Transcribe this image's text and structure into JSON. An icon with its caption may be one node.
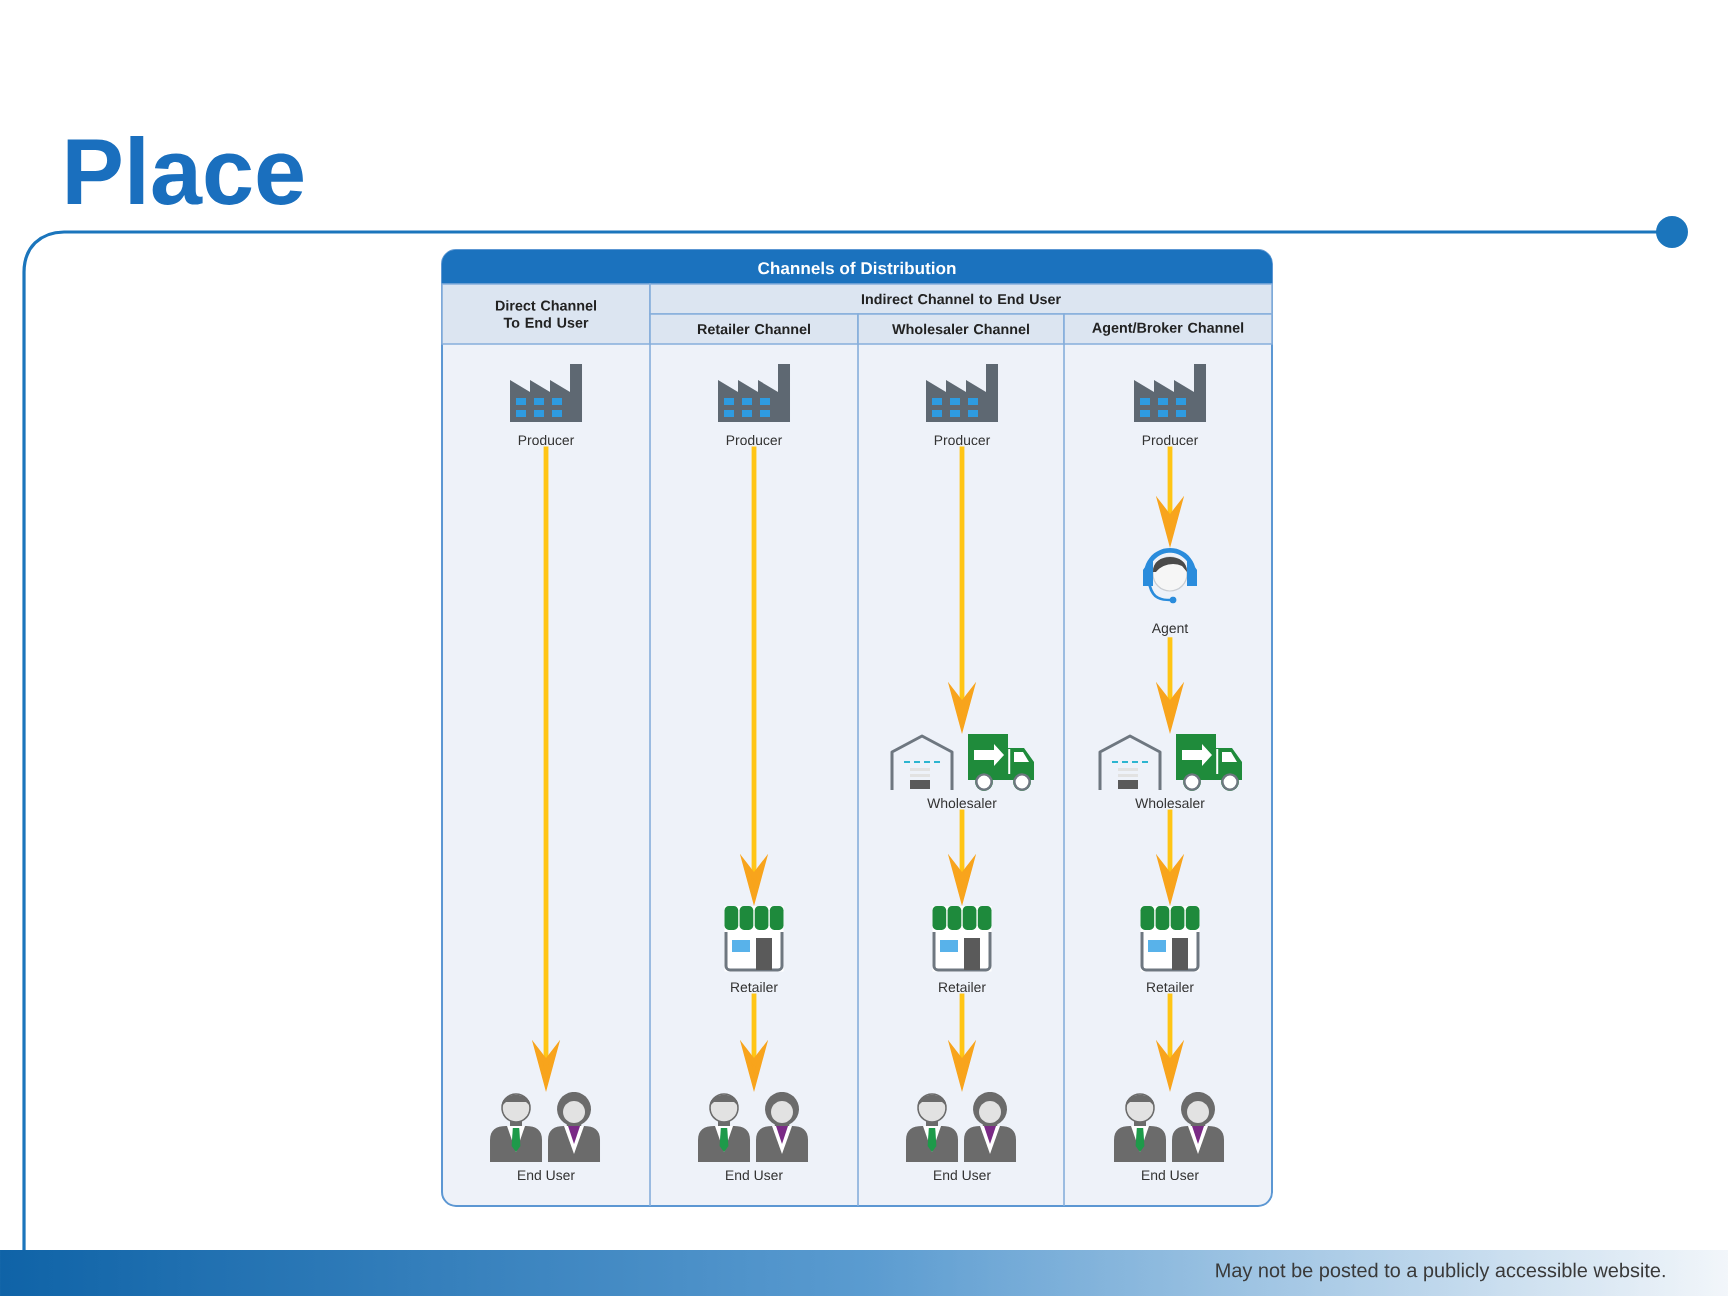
{
  "diagram": {
    "title": "Place",
    "nodes": [
      {
        "text": [
          "Producer"
        ]
      },
      {
        "text": [
          "Producer"
        ]
      },
      {
        "text": [
          "Producer"
        ]
      },
      {
        "text": [
          "Producer"
        ]
      },
      {
        "text": [
          "Agent"
        ]
      },
      {
        "text": [
          "Wholesaler"
        ]
      },
      {
        "text": [
          "Wholesaler"
        ]
      },
      {
        "text": [
          "Retailer"
        ]
      },
      {
        "text": [
          "Retailer"
        ]
      },
      {
        "text": [
          "Retailer"
        ]
      },
      {
        "text": [
          "End User"
        ]
      },
      {
        "text": [
          "End User"
        ]
      },
      {
        "text": [
          "End User"
        ]
      },
      {
        "text": [
          "End User"
        ]
      }
    ],
    "edges": [
      {
        "from": 0,
        "to": 10,
        "arrow": "to"
      },
      {
        "from": 1,
        "to": 7,
        "arrow": "to"
      },
      {
        "from": 2,
        "to": 5,
        "arrow": "to"
      },
      {
        "from": 3,
        "to": 4,
        "arrow": "to"
      },
      {
        "from": 4,
        "to": 6,
        "arrow": "to"
      },
      {
        "from": 5,
        "to": 8,
        "arrow": "to"
      },
      {
        "from": 6,
        "to": 9,
        "arrow": "to"
      },
      {
        "from": 7,
        "to": 11,
        "arrow": "to"
      },
      {
        "from": 8,
        "to": 12,
        "arrow": "to"
      },
      {
        "from": 9,
        "to": 13,
        "arrow": "to"
      }
    ],
    "labels": [
      "Channels of Distribution",
      "Direct Channel To End User",
      "Indirect Channel to End User",
      "Retailer Channel",
      "Wholesaler Channel",
      "Agent/Broker Channel",
      "May not be posted to a publicly accessible website."
    ]
  }
}
